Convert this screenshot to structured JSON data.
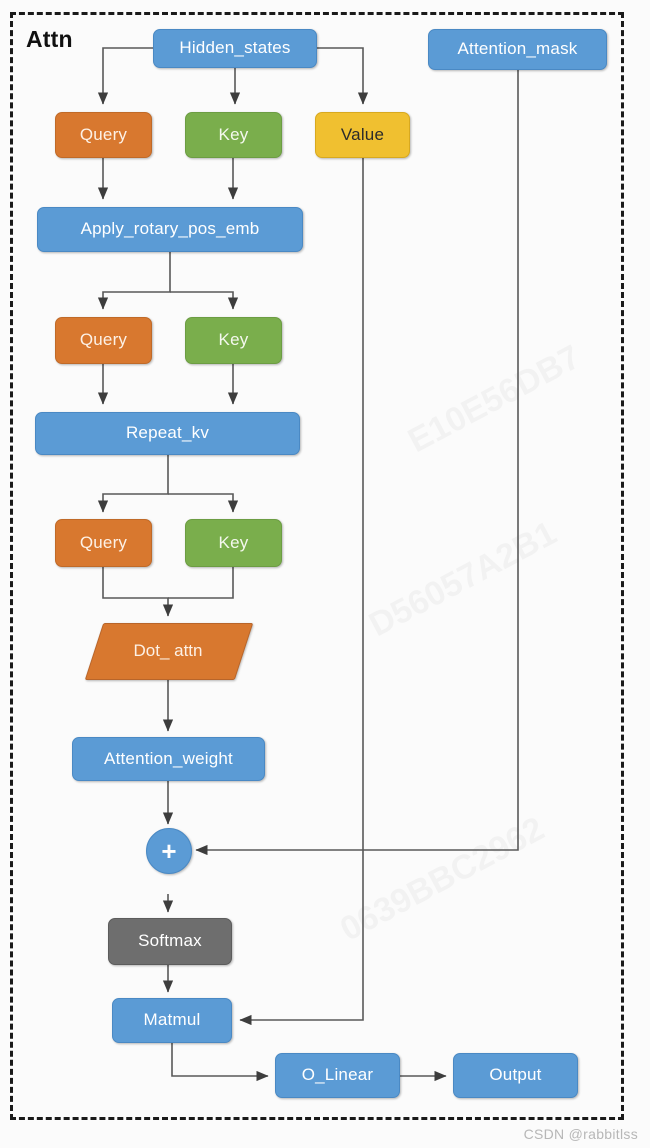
{
  "diagram": {
    "title": "Attn",
    "watermark": "CSDN @rabbitlss",
    "ghost_marks": [
      "E10E56DB7",
      "D56057A2B1",
      "0639BBC2962"
    ],
    "colors": {
      "blue": "#5b9bd5",
      "orange": "#d8782f",
      "green": "#7aae4c",
      "yellow": "#f0c030",
      "gray": "#6e6e6e",
      "frame": "#1a1a1a",
      "edge": "#595959",
      "background": "#fbfbfb"
    },
    "nodes": {
      "hidden_states": "Hidden_states",
      "attention_mask": "Attention_mask",
      "query_1": "Query",
      "key_1": "Key",
      "value": "Value",
      "apply_rotary_pos_emb": "Apply_rotary_pos_emb",
      "query_2": "Query",
      "key_2": "Key",
      "repeat_kv": "Repeat_kv",
      "query_3": "Query",
      "key_3": "Key",
      "dot_attn": "Dot_ attn",
      "attention_weight": "Attention_weight",
      "add": "+",
      "softmax": "Softmax",
      "matmul": "Matmul",
      "o_linear": "O_Linear",
      "output": "Output"
    },
    "edges": [
      {
        "from": "hidden_states",
        "to": "query_1"
      },
      {
        "from": "hidden_states",
        "to": "key_1"
      },
      {
        "from": "hidden_states",
        "to": "value"
      },
      {
        "from": "query_1",
        "to": "apply_rotary_pos_emb"
      },
      {
        "from": "key_1",
        "to": "apply_rotary_pos_emb"
      },
      {
        "from": "apply_rotary_pos_emb",
        "to": "query_2"
      },
      {
        "from": "apply_rotary_pos_emb",
        "to": "key_2"
      },
      {
        "from": "query_2",
        "to": "repeat_kv"
      },
      {
        "from": "key_2",
        "to": "repeat_kv"
      },
      {
        "from": "repeat_kv",
        "to": "query_3"
      },
      {
        "from": "repeat_kv",
        "to": "key_3"
      },
      {
        "from": "query_3",
        "to": "dot_attn"
      },
      {
        "from": "key_3",
        "to": "dot_attn"
      },
      {
        "from": "dot_attn",
        "to": "attention_weight"
      },
      {
        "from": "attention_weight",
        "to": "add"
      },
      {
        "from": "attention_mask",
        "to": "add"
      },
      {
        "from": "add",
        "to": "softmax"
      },
      {
        "from": "softmax",
        "to": "matmul"
      },
      {
        "from": "value",
        "to": "matmul"
      },
      {
        "from": "matmul",
        "to": "o_linear"
      },
      {
        "from": "o_linear",
        "to": "output"
      }
    ]
  }
}
